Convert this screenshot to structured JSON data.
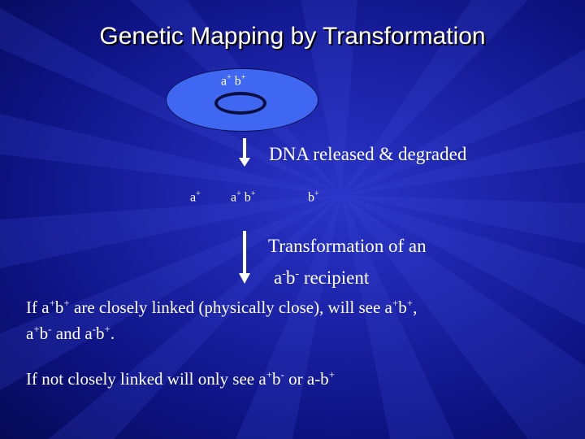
{
  "slide": {
    "title": "Genetic Mapping by Transformation",
    "colors": {
      "background": "#1c23a8",
      "cell": "#3f67f2",
      "text": "#ffffff"
    },
    "donor_cell": {
      "allele_a": "a",
      "allele_a_sign": "+",
      "allele_b": "b",
      "allele_b_sign": "+"
    },
    "step1": {
      "text": "DNA released & degraded"
    },
    "fragments": {
      "frag1": {
        "a": "a",
        "a_sign": "+"
      },
      "frag2": {
        "a": "a",
        "a_sign": "+",
        "b": "b",
        "b_sign": "+"
      },
      "frag3": {
        "b": "b",
        "b_sign": "+"
      }
    },
    "step2": {
      "line1": "Transformation of an",
      "recipient_a": "a",
      "recipient_a_sign": "-",
      "recipient_b": "b",
      "recipient_b_sign": "-",
      "recipient_word": " recipient"
    },
    "para1": {
      "lead": "If  a",
      "s1": "+",
      "t1": "b",
      "s2": "+",
      "t2": " are closely linked (physically close), will see a",
      "s3": "+",
      "t3": "b",
      "s4": "+",
      "t4": ",",
      "l2_a": "a",
      "s5": "+",
      "t5": "b",
      "s6": "-",
      "t6": " and a",
      "s7": "-",
      "t7": "b",
      "s8": "+",
      "t8": "."
    },
    "para2": {
      "lead": "If not closely linked will only see a",
      "s1": "+",
      "t1": "b",
      "s2": "-",
      "t2": "  or a-b",
      "s3": "+"
    }
  }
}
